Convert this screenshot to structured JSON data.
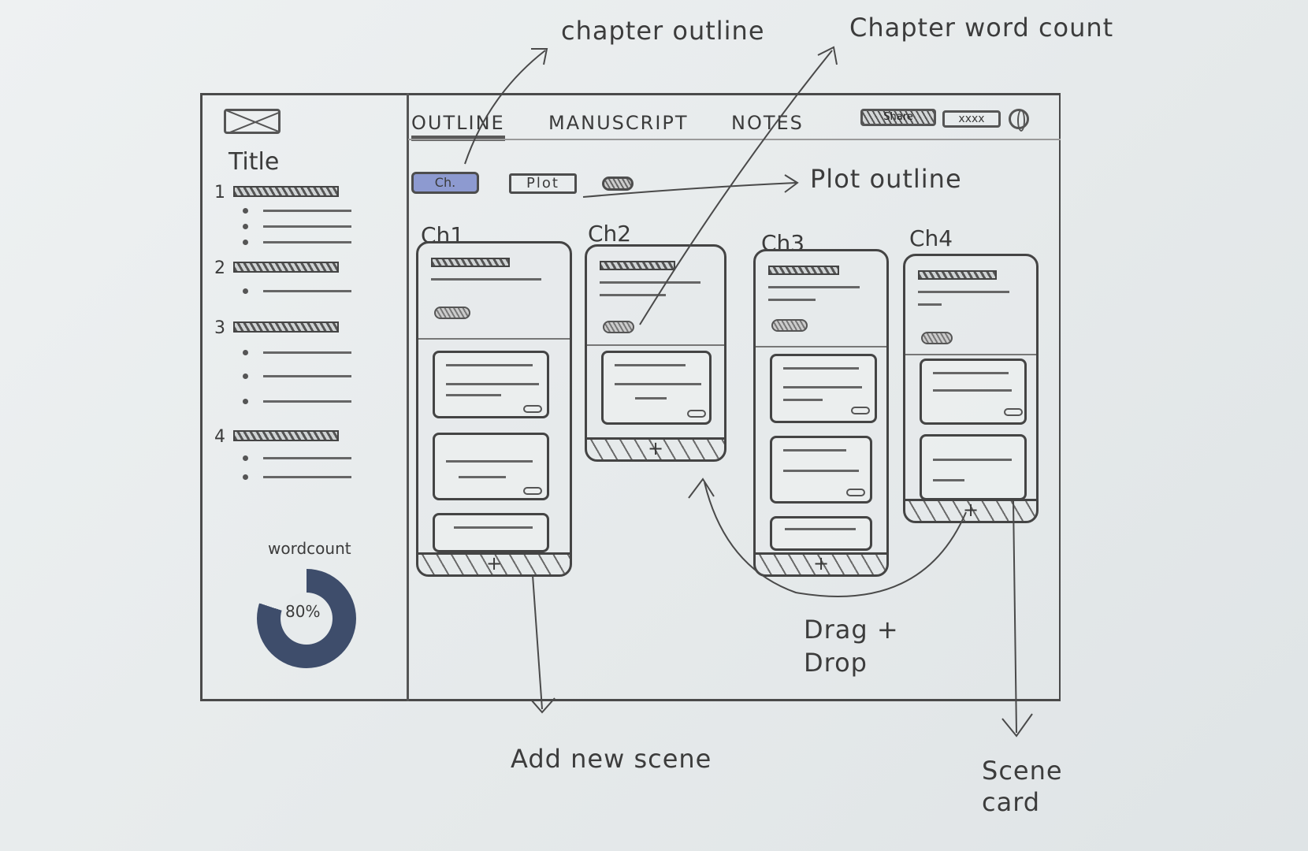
{
  "sidebar": {
    "title": "Title",
    "outline": [
      {
        "number": "1",
        "bullets": 3
      },
      {
        "number": "2",
        "bullets": 1
      },
      {
        "number": "3",
        "bullets": 3
      },
      {
        "number": "4",
        "bullets": 2
      }
    ],
    "wordcount_label": "wordcount",
    "wordcount_percent_text": "80%",
    "wordcount_fraction": 0.8
  },
  "tabs": [
    {
      "label": "OUTLINE",
      "active": true
    },
    {
      "label": "MANUSCRIPT",
      "active": false
    },
    {
      "label": "NOTES",
      "active": false
    }
  ],
  "header": {
    "share_label": "Share",
    "user_label": "xxxx"
  },
  "filters": {
    "chapter_label": "Ch.",
    "plot_label": "Plot"
  },
  "chapters": [
    {
      "label": "Ch1"
    },
    {
      "label": "Ch2"
    },
    {
      "label": "Ch3"
    },
    {
      "label": "Ch4"
    }
  ],
  "add_scene_symbol": "+",
  "annotations": {
    "chapter_outline": "chapter outline",
    "chapter_word_count": "Chapter word count",
    "plot_outline": "Plot outline",
    "drag_drop": "Drag + Drop",
    "add_new_scene": "Add new scene",
    "scene_card": "Scene card"
  },
  "colors": {
    "accent_highlight": "#8d9ad0",
    "donut": "#3e4d6b",
    "ink": "#444444"
  }
}
